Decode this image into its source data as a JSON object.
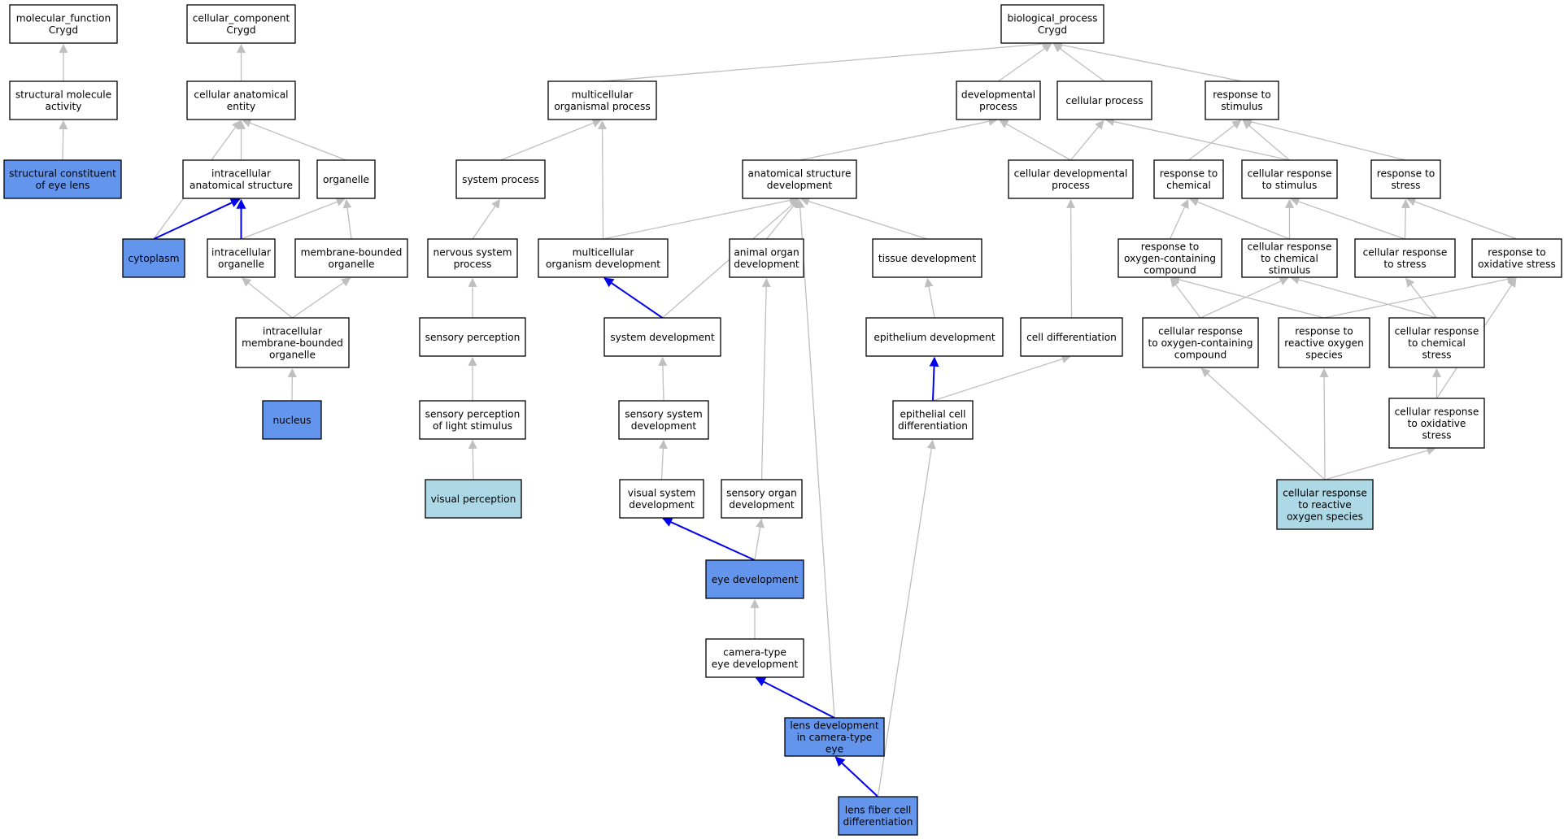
{
  "colors": {
    "plain": "#ffffff",
    "annotated": "#6495ed",
    "highlight": "#add8e6",
    "edge_default": "#bfbfbf",
    "edge_path": "#0000ee",
    "border": "#000000"
  },
  "nodes": [
    {
      "id": "molecular_function",
      "lines": [
        "molecular_function",
        "Crygd"
      ],
      "fill": "plain"
    },
    {
      "id": "structural_molecule_activity",
      "lines": [
        "structural molecule",
        "activity"
      ],
      "fill": "plain"
    },
    {
      "id": "structural_constituent_eye_lens",
      "lines": [
        "structural constituent",
        "of eye lens"
      ],
      "fill": "annotated"
    },
    {
      "id": "cellular_component",
      "lines": [
        "cellular_component",
        "Crygd"
      ],
      "fill": "plain"
    },
    {
      "id": "cellular_anatomical_entity",
      "lines": [
        "cellular anatomical",
        "entity"
      ],
      "fill": "plain"
    },
    {
      "id": "intracellular_anatomical_structure",
      "lines": [
        "intracellular",
        "anatomical structure"
      ],
      "fill": "plain"
    },
    {
      "id": "organelle",
      "lines": [
        "organelle"
      ],
      "fill": "plain"
    },
    {
      "id": "cytoplasm",
      "lines": [
        "cytoplasm"
      ],
      "fill": "annotated"
    },
    {
      "id": "intracellular_organelle",
      "lines": [
        "intracellular",
        "organelle"
      ],
      "fill": "plain"
    },
    {
      "id": "membrane_bounded_organelle",
      "lines": [
        "membrane-bounded",
        "organelle"
      ],
      "fill": "plain"
    },
    {
      "id": "intracellular_membrane_bounded_organelle",
      "lines": [
        "intracellular",
        "membrane-bounded",
        "organelle"
      ],
      "fill": "plain"
    },
    {
      "id": "nucleus",
      "lines": [
        "nucleus"
      ],
      "fill": "annotated"
    },
    {
      "id": "biological_process",
      "lines": [
        "biological_process",
        "Crygd"
      ],
      "fill": "plain"
    },
    {
      "id": "multicellular_organismal_process",
      "lines": [
        "multicellular",
        "organismal process"
      ],
      "fill": "plain"
    },
    {
      "id": "system_process",
      "lines": [
        "system process"
      ],
      "fill": "plain"
    },
    {
      "id": "nervous_system_process",
      "lines": [
        "nervous system",
        "process"
      ],
      "fill": "plain"
    },
    {
      "id": "sensory_perception",
      "lines": [
        "sensory perception"
      ],
      "fill": "plain"
    },
    {
      "id": "sensory_perception_light",
      "lines": [
        "sensory perception",
        "of light stimulus"
      ],
      "fill": "plain"
    },
    {
      "id": "visual_perception",
      "lines": [
        "visual perception"
      ],
      "fill": "highlight"
    },
    {
      "id": "multicellular_organism_development",
      "lines": [
        "multicellular",
        "organism development"
      ],
      "fill": "plain"
    },
    {
      "id": "developmental_process",
      "lines": [
        "developmental",
        "process"
      ],
      "fill": "plain"
    },
    {
      "id": "anatomical_structure_development",
      "lines": [
        "anatomical structure",
        "development"
      ],
      "fill": "plain"
    },
    {
      "id": "animal_organ_development",
      "lines": [
        "animal organ",
        "development"
      ],
      "fill": "plain"
    },
    {
      "id": "tissue_development",
      "lines": [
        "tissue development"
      ],
      "fill": "plain"
    },
    {
      "id": "system_development",
      "lines": [
        "system development"
      ],
      "fill": "plain"
    },
    {
      "id": "sensory_system_development",
      "lines": [
        "sensory system",
        "development"
      ],
      "fill": "plain"
    },
    {
      "id": "visual_system_development",
      "lines": [
        "visual system",
        "development"
      ],
      "fill": "plain"
    },
    {
      "id": "sensory_organ_development",
      "lines": [
        "sensory organ",
        "development"
      ],
      "fill": "plain"
    },
    {
      "id": "eye_development",
      "lines": [
        "eye development"
      ],
      "fill": "annotated"
    },
    {
      "id": "camera_type_eye_development",
      "lines": [
        "camera-type",
        "eye development"
      ],
      "fill": "plain"
    },
    {
      "id": "lens_development",
      "lines": [
        "lens development",
        "in camera-type",
        "eye"
      ],
      "fill": "annotated"
    },
    {
      "id": "lens_fiber_cell_differentiation",
      "lines": [
        "lens fiber cell",
        "differentiation"
      ],
      "fill": "annotated"
    },
    {
      "id": "epithelium_development",
      "lines": [
        "epithelium development"
      ],
      "fill": "plain"
    },
    {
      "id": "epithelial_cell_differentiation",
      "lines": [
        "epithelial cell",
        "differentiation"
      ],
      "fill": "plain"
    },
    {
      "id": "cellular_process",
      "lines": [
        "cellular process"
      ],
      "fill": "plain"
    },
    {
      "id": "cellular_developmental_process",
      "lines": [
        "cellular developmental",
        "process"
      ],
      "fill": "plain"
    },
    {
      "id": "cell_differentiation",
      "lines": [
        "cell differentiation"
      ],
      "fill": "plain"
    },
    {
      "id": "response_to_stimulus",
      "lines": [
        "response to",
        "stimulus"
      ],
      "fill": "plain"
    },
    {
      "id": "response_to_chemical",
      "lines": [
        "response to",
        "chemical"
      ],
      "fill": "plain"
    },
    {
      "id": "cellular_response_to_stimulus",
      "lines": [
        "cellular response",
        "to stimulus"
      ],
      "fill": "plain"
    },
    {
      "id": "response_to_stress",
      "lines": [
        "response to",
        "stress"
      ],
      "fill": "plain"
    },
    {
      "id": "response_to_oxygen_containing_compound",
      "lines": [
        "response to",
        "oxygen-containing",
        "compound"
      ],
      "fill": "plain"
    },
    {
      "id": "cellular_response_to_chemical_stimulus",
      "lines": [
        "cellular response",
        "to chemical",
        "stimulus"
      ],
      "fill": "plain"
    },
    {
      "id": "cellular_response_to_stress",
      "lines": [
        "cellular response",
        "to stress"
      ],
      "fill": "plain"
    },
    {
      "id": "response_to_oxidative_stress",
      "lines": [
        "response to",
        "oxidative stress"
      ],
      "fill": "plain"
    },
    {
      "id": "cellular_response_to_oxygen_containing_compound",
      "lines": [
        "cellular response",
        "to oxygen-containing",
        "compound"
      ],
      "fill": "plain"
    },
    {
      "id": "response_to_reactive_oxygen_species",
      "lines": [
        "response to",
        "reactive oxygen",
        "species"
      ],
      "fill": "plain"
    },
    {
      "id": "cellular_response_to_chemical_stress",
      "lines": [
        "cellular response",
        "to chemical",
        "stress"
      ],
      "fill": "plain"
    },
    {
      "id": "cellular_response_to_oxidative_stress",
      "lines": [
        "cellular response",
        "to oxidative",
        "stress"
      ],
      "fill": "plain"
    },
    {
      "id": "cellular_response_to_reactive_oxygen_species",
      "lines": [
        "cellular response",
        "to reactive",
        "oxygen species"
      ],
      "fill": "highlight"
    }
  ],
  "edges": [
    {
      "from": "structural_molecule_activity",
      "to": "molecular_function",
      "kind": "default"
    },
    {
      "from": "structural_constituent_eye_lens",
      "to": "structural_molecule_activity",
      "kind": "default"
    },
    {
      "from": "cellular_anatomical_entity",
      "to": "cellular_component",
      "kind": "default"
    },
    {
      "from": "intracellular_anatomical_structure",
      "to": "cellular_anatomical_entity",
      "kind": "default"
    },
    {
      "from": "organelle",
      "to": "cellular_anatomical_entity",
      "kind": "default"
    },
    {
      "from": "cytoplasm",
      "to": "cellular_anatomical_entity",
      "kind": "default"
    },
    {
      "from": "cytoplasm",
      "to": "intracellular_anatomical_structure",
      "kind": "path"
    },
    {
      "from": "intracellular_organelle",
      "to": "intracellular_anatomical_structure",
      "kind": "path"
    },
    {
      "from": "intracellular_organelle",
      "to": "organelle",
      "kind": "default"
    },
    {
      "from": "membrane_bounded_organelle",
      "to": "organelle",
      "kind": "default"
    },
    {
      "from": "intracellular_membrane_bounded_organelle",
      "to": "intracellular_organelle",
      "kind": "default"
    },
    {
      "from": "intracellular_membrane_bounded_organelle",
      "to": "membrane_bounded_organelle",
      "kind": "default"
    },
    {
      "from": "nucleus",
      "to": "intracellular_membrane_bounded_organelle",
      "kind": "default"
    },
    {
      "from": "multicellular_organismal_process",
      "to": "biological_process",
      "kind": "default"
    },
    {
      "from": "developmental_process",
      "to": "biological_process",
      "kind": "default"
    },
    {
      "from": "cellular_process",
      "to": "biological_process",
      "kind": "default"
    },
    {
      "from": "response_to_stimulus",
      "to": "biological_process",
      "kind": "default"
    },
    {
      "from": "system_process",
      "to": "multicellular_organismal_process",
      "kind": "default"
    },
    {
      "from": "multicellular_organism_development",
      "to": "multicellular_organismal_process",
      "kind": "default"
    },
    {
      "from": "nervous_system_process",
      "to": "system_process",
      "kind": "default"
    },
    {
      "from": "sensory_perception",
      "to": "nervous_system_process",
      "kind": "default"
    },
    {
      "from": "sensory_perception_light",
      "to": "sensory_perception",
      "kind": "default"
    },
    {
      "from": "visual_perception",
      "to": "sensory_perception_light",
      "kind": "default"
    },
    {
      "from": "anatomical_structure_development",
      "to": "developmental_process",
      "kind": "default"
    },
    {
      "from": "cellular_developmental_process",
      "to": "developmental_process",
      "kind": "default"
    },
    {
      "from": "cellular_developmental_process",
      "to": "cellular_process",
      "kind": "default"
    },
    {
      "from": "cellular_response_to_stimulus",
      "to": "cellular_process",
      "kind": "default"
    },
    {
      "from": "multicellular_organism_development",
      "to": "anatomical_structure_development",
      "kind": "default"
    },
    {
      "from": "animal_organ_development",
      "to": "anatomical_structure_development",
      "kind": "default"
    },
    {
      "from": "tissue_development",
      "to": "anatomical_structure_development",
      "kind": "default"
    },
    {
      "from": "system_development",
      "to": "anatomical_structure_development",
      "kind": "default"
    },
    {
      "from": "lens_development",
      "to": "anatomical_structure_development",
      "kind": "default"
    },
    {
      "from": "system_development",
      "to": "multicellular_organism_development",
      "kind": "path"
    },
    {
      "from": "sensory_system_development",
      "to": "system_development",
      "kind": "default"
    },
    {
      "from": "visual_system_development",
      "to": "sensory_system_development",
      "kind": "default"
    },
    {
      "from": "eye_development",
      "to": "visual_system_development",
      "kind": "path"
    },
    {
      "from": "sensory_organ_development",
      "to": "animal_organ_development",
      "kind": "default"
    },
    {
      "from": "eye_development",
      "to": "sensory_organ_development",
      "kind": "default"
    },
    {
      "from": "camera_type_eye_development",
      "to": "eye_development",
      "kind": "default"
    },
    {
      "from": "lens_development",
      "to": "camera_type_eye_development",
      "kind": "path"
    },
    {
      "from": "lens_fiber_cell_differentiation",
      "to": "lens_development",
      "kind": "path"
    },
    {
      "from": "lens_fiber_cell_differentiation",
      "to": "epithelial_cell_differentiation",
      "kind": "default"
    },
    {
      "from": "epithelium_development",
      "to": "tissue_development",
      "kind": "default"
    },
    {
      "from": "epithelial_cell_differentiation",
      "to": "epithelium_development",
      "kind": "path"
    },
    {
      "from": "epithelial_cell_differentiation",
      "to": "cell_differentiation",
      "kind": "default"
    },
    {
      "from": "cell_differentiation",
      "to": "cellular_developmental_process",
      "kind": "default"
    },
    {
      "from": "response_to_chemical",
      "to": "response_to_stimulus",
      "kind": "default"
    },
    {
      "from": "cellular_response_to_stimulus",
      "to": "response_to_stimulus",
      "kind": "default"
    },
    {
      "from": "response_to_stress",
      "to": "response_to_stimulus",
      "kind": "default"
    },
    {
      "from": "response_to_oxygen_containing_compound",
      "to": "response_to_chemical",
      "kind": "default"
    },
    {
      "from": "cellular_response_to_chemical_stimulus",
      "to": "response_to_chemical",
      "kind": "default"
    },
    {
      "from": "cellular_response_to_chemical_stimulus",
      "to": "cellular_response_to_stimulus",
      "kind": "default"
    },
    {
      "from": "cellular_response_to_stress",
      "to": "cellular_response_to_stimulus",
      "kind": "default"
    },
    {
      "from": "cellular_response_to_stress",
      "to": "response_to_stress",
      "kind": "default"
    },
    {
      "from": "response_to_oxidative_stress",
      "to": "response_to_stress",
      "kind": "default"
    },
    {
      "from": "cellular_response_to_oxygen_containing_compound",
      "to": "response_to_oxygen_containing_compound",
      "kind": "default"
    },
    {
      "from": "cellular_response_to_oxygen_containing_compound",
      "to": "cellular_response_to_chemical_stimulus",
      "kind": "default"
    },
    {
      "from": "response_to_reactive_oxygen_species",
      "to": "response_to_oxygen_containing_compound",
      "kind": "default"
    },
    {
      "from": "response_to_reactive_oxygen_species",
      "to": "response_to_oxidative_stress",
      "kind": "default"
    },
    {
      "from": "cellular_response_to_chemical_stress",
      "to": "cellular_response_to_chemical_stimulus",
      "kind": "default"
    },
    {
      "from": "cellular_response_to_chemical_stress",
      "to": "cellular_response_to_stress",
      "kind": "default"
    },
    {
      "from": "cellular_response_to_oxidative_stress",
      "to": "cellular_response_to_chemical_stress",
      "kind": "default"
    },
    {
      "from": "cellular_response_to_oxidative_stress",
      "to": "response_to_oxidative_stress",
      "kind": "default"
    },
    {
      "from": "cellular_response_to_reactive_oxygen_species",
      "to": "cellular_response_to_oxygen_containing_compound",
      "kind": "default"
    },
    {
      "from": "cellular_response_to_reactive_oxygen_species",
      "to": "response_to_reactive_oxygen_species",
      "kind": "default"
    },
    {
      "from": "cellular_response_to_reactive_oxygen_species",
      "to": "cellular_response_to_oxidative_stress",
      "kind": "default"
    }
  ]
}
